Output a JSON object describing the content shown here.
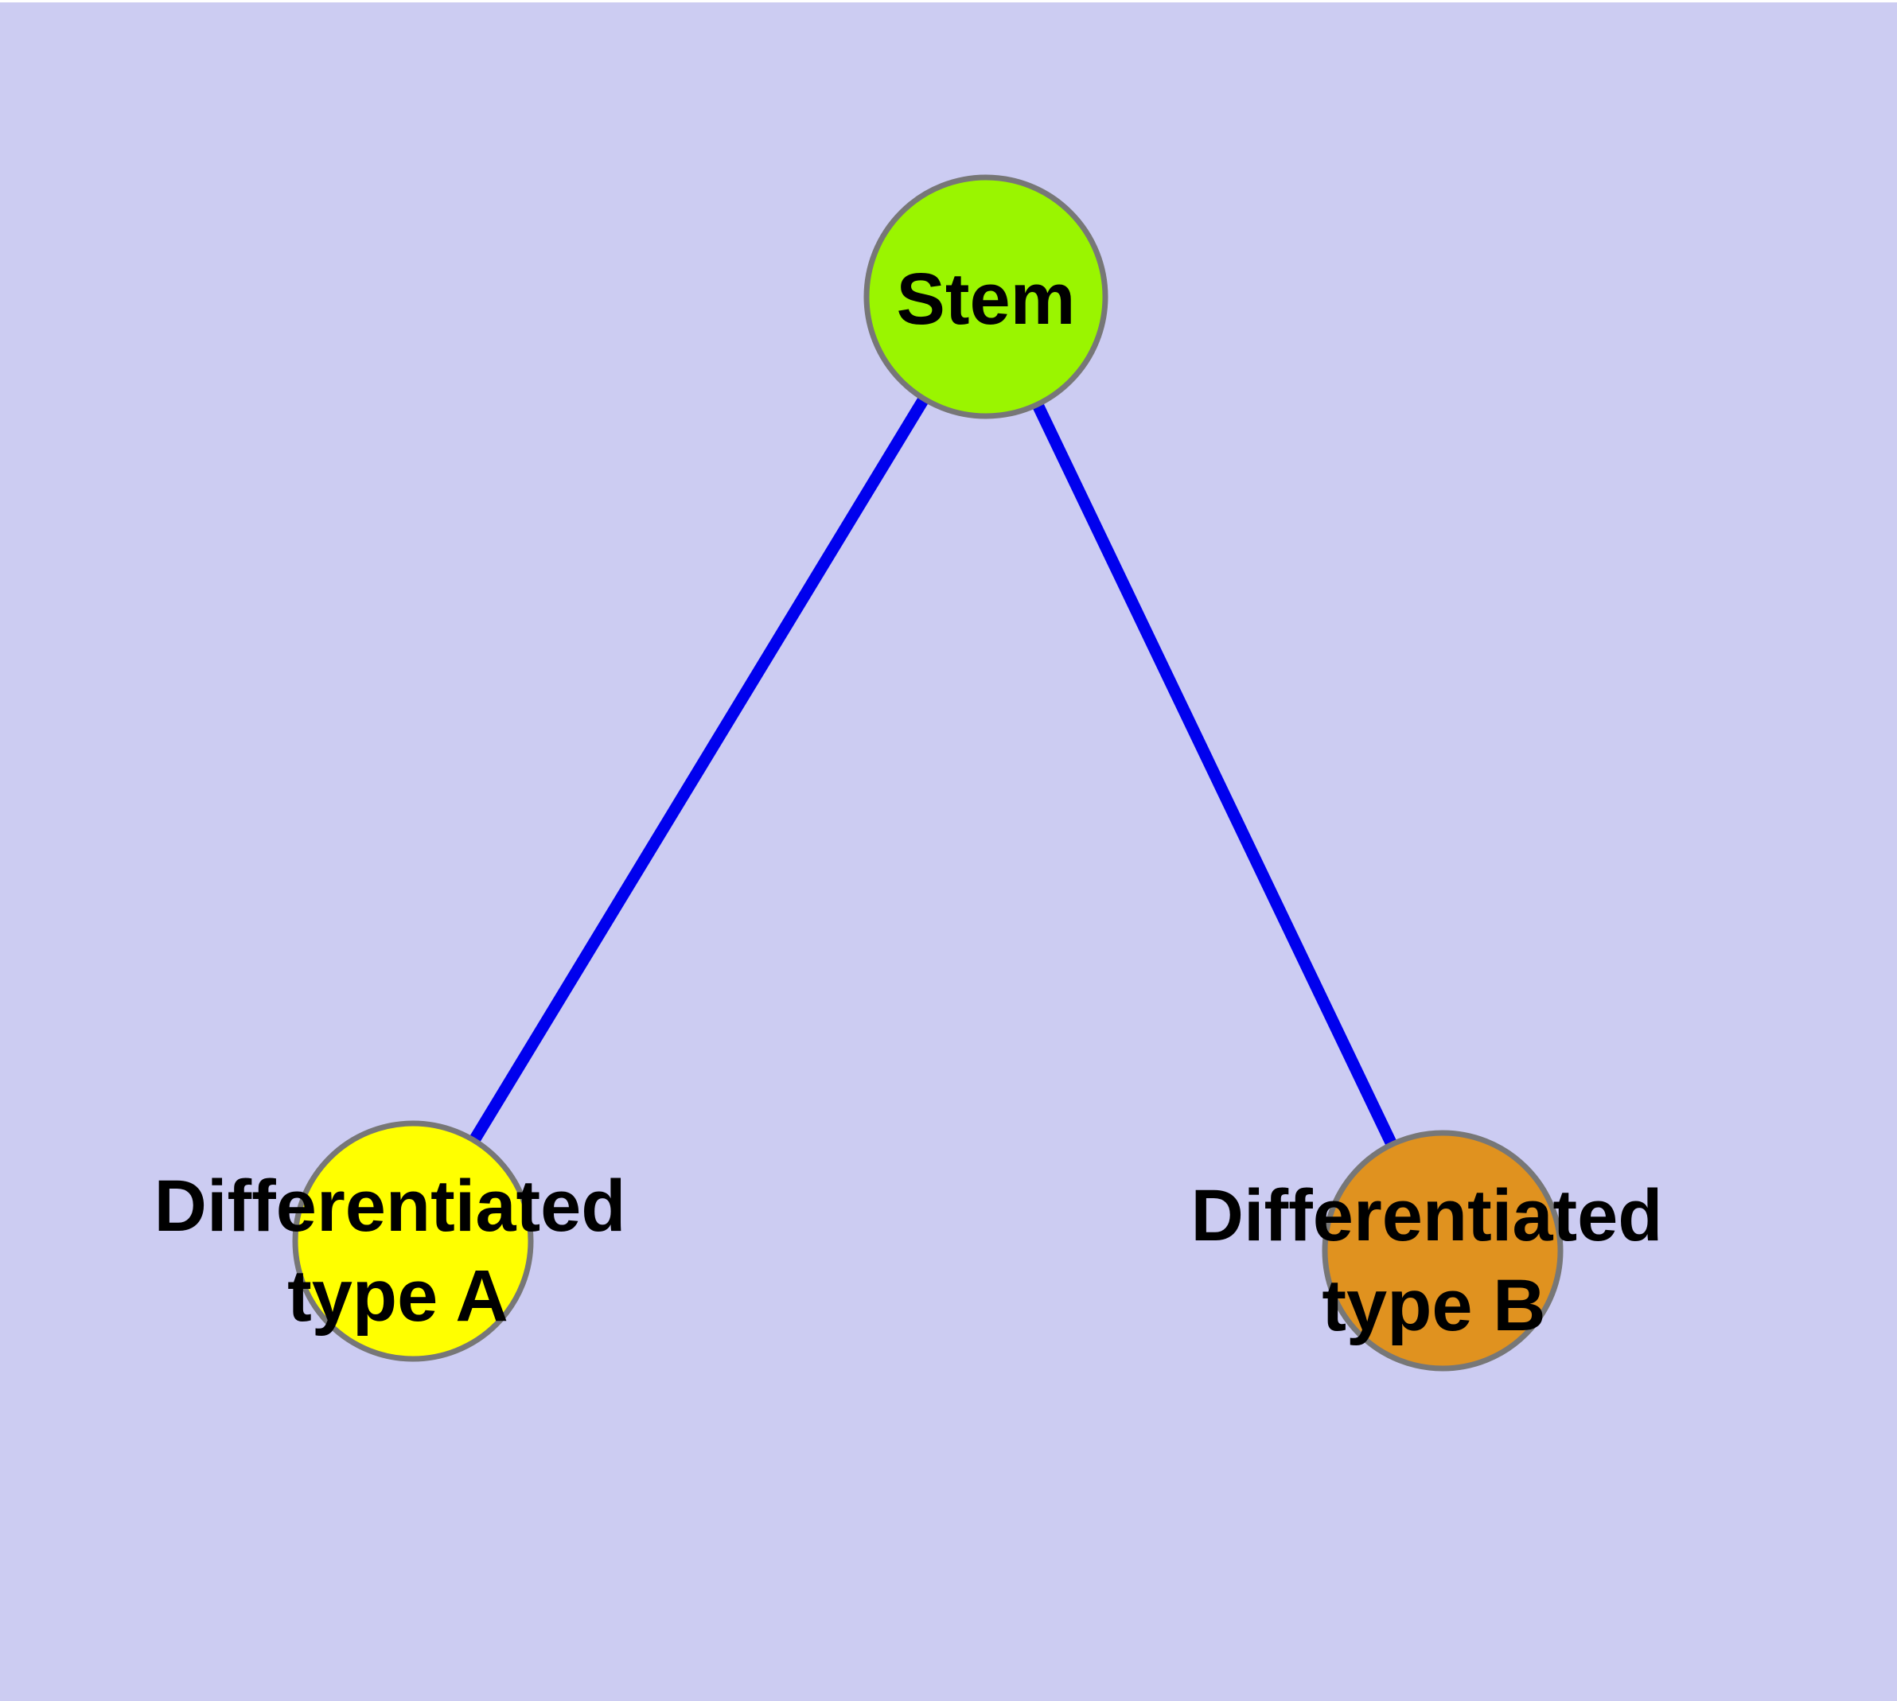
{
  "diagram": {
    "type": "graph",
    "background_color": "#ccccf2",
    "top_margin_color": "#ffffff",
    "edge_color": "#0000ee",
    "node_border_color": "#777777",
    "label_color": "#000000",
    "nodes": [
      {
        "id": "stem",
        "label": "Stem",
        "lines": [
          "Stem"
        ],
        "fill": "#9af500"
      },
      {
        "id": "differentiated-type-a",
        "label": "Differentiated type A",
        "lines": [
          "Differentiated",
          "type A"
        ],
        "fill": "#ffff00"
      },
      {
        "id": "differentiated-type-b",
        "label": "Differentiated type B",
        "lines": [
          "Differentiated",
          "type B"
        ],
        "fill": "#e0921f"
      }
    ],
    "edges": [
      {
        "from": "Stem",
        "to": "Differentiated type A"
      },
      {
        "from": "Stem",
        "to": "Differentiated type B"
      }
    ]
  }
}
